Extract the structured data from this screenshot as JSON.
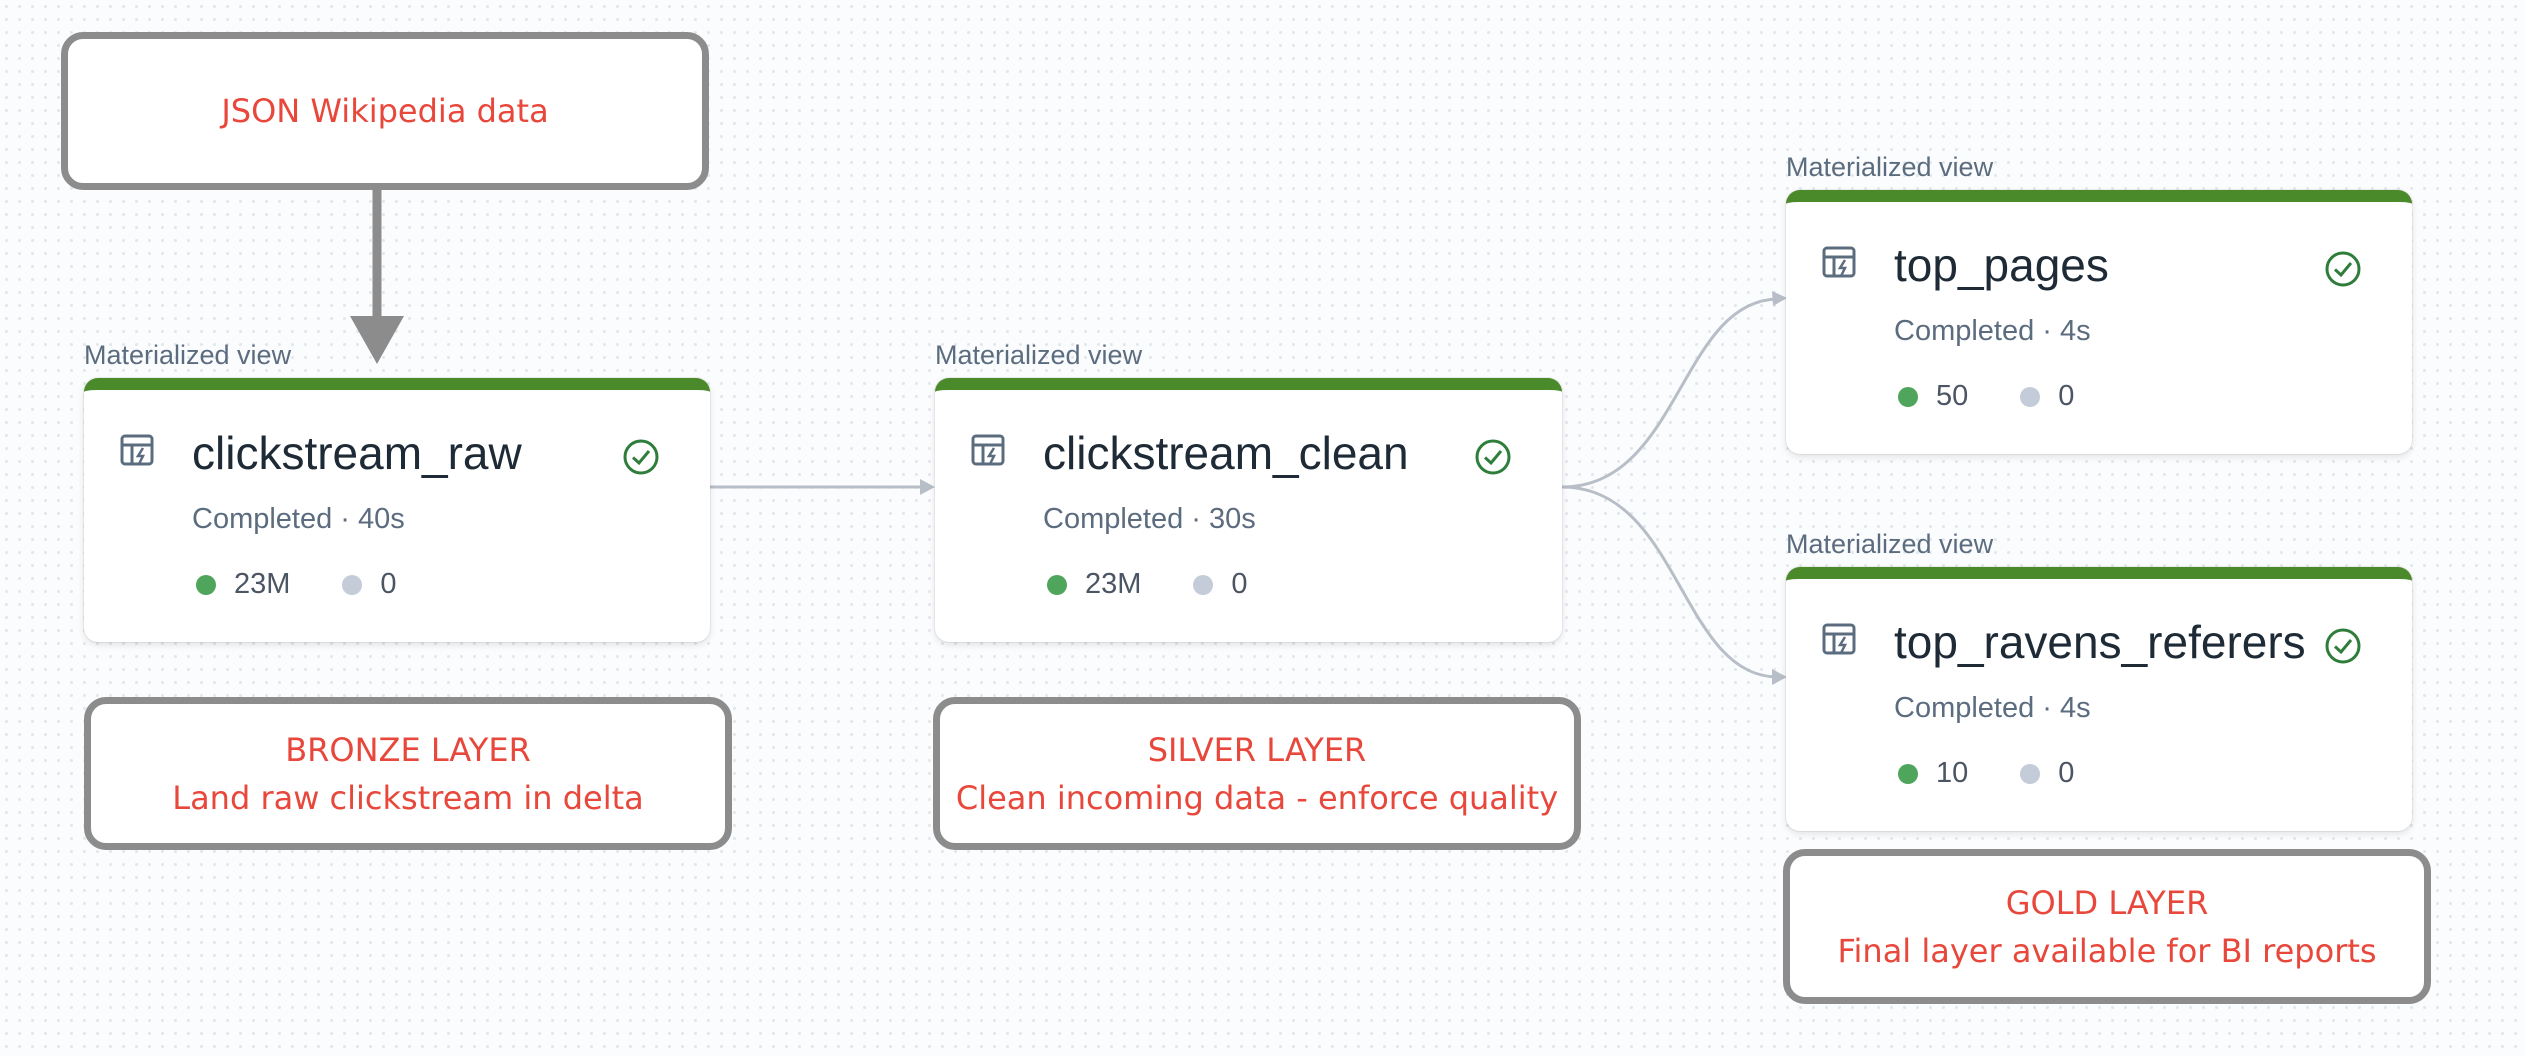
{
  "callouts": {
    "source": {
      "line1": "JSON Wikipedia data"
    },
    "bronze": {
      "line1": "BRONZE LAYER",
      "line2": "Land raw clickstream in delta"
    },
    "silver": {
      "line1": "SILVER LAYER",
      "line2": "Clean incoming data - enforce quality"
    },
    "gold": {
      "line1": "GOLD LAYER",
      "line2": "Final layer available for BI reports"
    }
  },
  "nodes": {
    "raw": {
      "type_label": "Materialized view",
      "name": "clickstream_raw",
      "status": "Completed · 40s",
      "output_count": "23M",
      "dropped_count": "0"
    },
    "clean": {
      "type_label": "Materialized view",
      "name": "clickstream_clean",
      "status": "Completed · 30s",
      "output_count": "23M",
      "dropped_count": "0"
    },
    "pages": {
      "type_label": "Materialized view",
      "name": "top_pages",
      "status": "Completed · 4s",
      "output_count": "50",
      "dropped_count": "0"
    },
    "referers": {
      "type_label": "Materialized view",
      "name": "top_ravens_referers",
      "status": "Completed · 4s",
      "output_count": "10",
      "dropped_count": "0"
    }
  },
  "colors": {
    "node_accent": "#4b8a2b",
    "callout_text": "#e8473b",
    "callout_border": "#8c8c8c",
    "status_success": "#2f7d3a",
    "output_dot": "#4fa55b",
    "dropped_dot": "#c3ccd8"
  },
  "icons": {
    "node": "materialized-view-icon",
    "status": "check-circle-icon"
  }
}
